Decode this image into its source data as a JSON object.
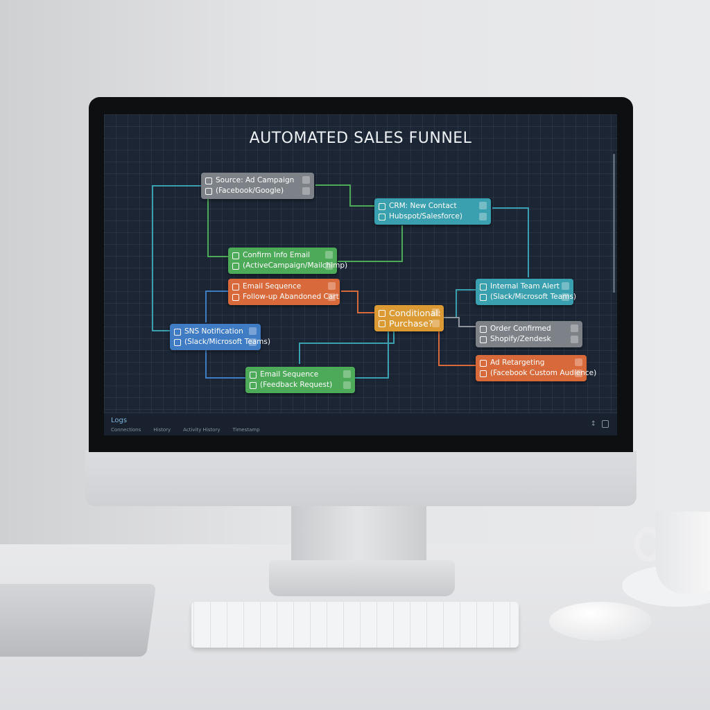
{
  "title": "AUTOMATED SALES FUNNEL",
  "nodes": [
    {
      "id": "source",
      "line1": "Source: Ad Campaign",
      "line2": "(Facebook/Google)",
      "color": "#7d8288",
      "icon": "facebook-icon"
    },
    {
      "id": "crm",
      "line1": "CRM: New Contact",
      "line2": "Hubspot/Salesforce)",
      "color": "#3a9fae",
      "icon": "contact-icon"
    },
    {
      "id": "confirm",
      "line1": "Confirm Info Email",
      "line2": "(ActiveCampaign/Mailchimp)",
      "color": "#4daa58",
      "icon": "email-icon"
    },
    {
      "id": "email-seq-1",
      "line1": "Email Sequence",
      "line2": "Follow-up Abandoned Cart",
      "color": "#d8693a",
      "icon": "sequence-icon"
    },
    {
      "id": "sns",
      "line1": "SNS Notification",
      "line2": "(Slack/Microsoft Teams)",
      "color": "#3f7cc4",
      "icon": "notification-icon"
    },
    {
      "id": "conditional",
      "line1": "Conditional:",
      "line2": "Purchase?",
      "color": "#dc9a35",
      "icon": "condition-icon"
    },
    {
      "id": "internal-alert",
      "line1": "Internal Team Alert",
      "line2": "(Slack/Microsoft Teams)",
      "color": "#3a9fae",
      "icon": "alert-icon"
    },
    {
      "id": "order",
      "line1": "Order Confirmed",
      "line2": "Shopify/Zendesk",
      "color": "#7d8288",
      "icon": "check-icon"
    },
    {
      "id": "retarget",
      "line1": "Ad Retargeting",
      "line2": "(Facebook Custom Audience)",
      "color": "#d8693a",
      "icon": "target-icon"
    },
    {
      "id": "email-seq-2",
      "line1": "Email Sequence",
      "line2": "(Feedback Request)",
      "color": "#4daa58",
      "icon": "email-icon"
    }
  ],
  "logs": {
    "label": "Logs",
    "tabs": [
      "Connections",
      "History",
      "Activity History",
      "Timestamp"
    ]
  }
}
